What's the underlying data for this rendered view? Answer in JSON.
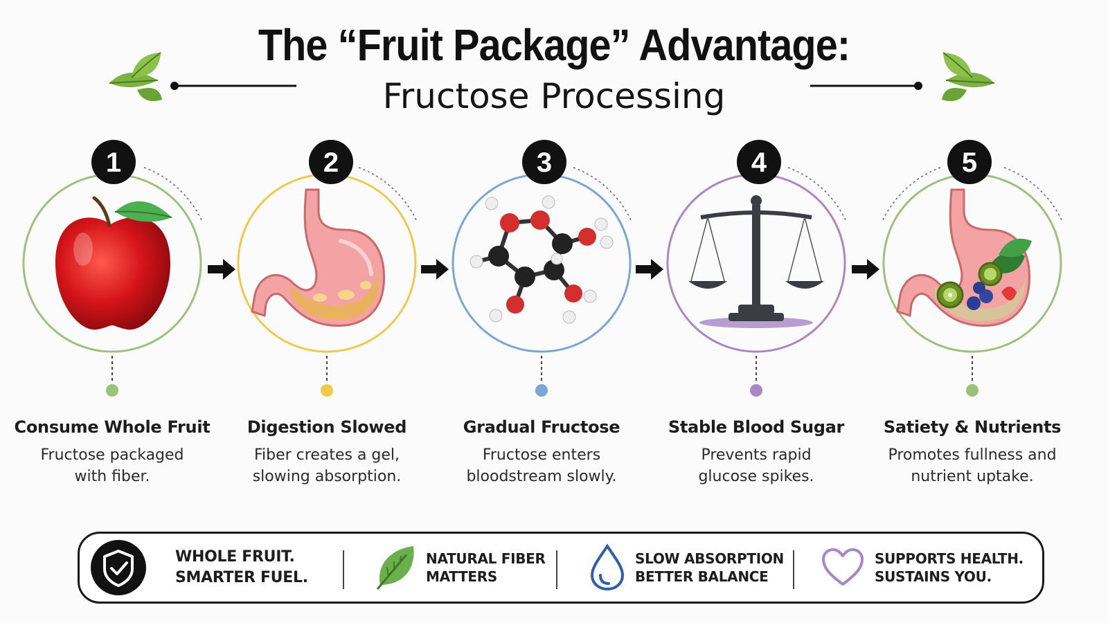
{
  "header": {
    "title": "The “Fruit Package” Advantage:",
    "subtitle": "Fructose Processing"
  },
  "steps": [
    {
      "number": "1",
      "label": "Consume Whole Fruit",
      "desc": [
        "Fructose packaged",
        "with fiber."
      ],
      "color": "#9cc27a",
      "icon": "apple-icon"
    },
    {
      "number": "2",
      "label": "Digestion Slowed",
      "desc": [
        "Fiber creates a gel,",
        "slowing absorption."
      ],
      "color": "#f0c94a",
      "icon": "stomach-gel-icon"
    },
    {
      "number": "3",
      "label": "Gradual Fructose",
      "desc": [
        "Fructose enters",
        "bloodstream slowly."
      ],
      "color": "#7aa5d6",
      "icon": "fructose-molecule-icon"
    },
    {
      "number": "4",
      "label": "Stable Blood Sugar",
      "desc": [
        "Prevents rapid",
        "glucose spikes."
      ],
      "color": "#a886c8",
      "icon": "balance-scale-icon"
    },
    {
      "number": "5",
      "label": "Satiety & Nutrients",
      "desc": [
        "Promotes fullness and",
        "nutrient uptake."
      ],
      "color": "#9cc27a",
      "icon": "stomach-fruits-icon"
    }
  ],
  "footer": {
    "items": [
      {
        "lines": [
          "WHOLE FRUIT.",
          "SMARTER FUEL."
        ],
        "icon": "shield-check-icon"
      },
      {
        "lines": [
          "NATURAL FIBER",
          "MATTERS"
        ],
        "icon": "leaf-icon"
      },
      {
        "lines": [
          "SLOW ABSORPTION",
          "BETTER BALANCE"
        ],
        "icon": "water-drop-icon"
      },
      {
        "lines": [
          "SUPPORTS HEALTH.",
          "SUSTAINS YOU."
        ],
        "icon": "heart-icon"
      }
    ]
  }
}
